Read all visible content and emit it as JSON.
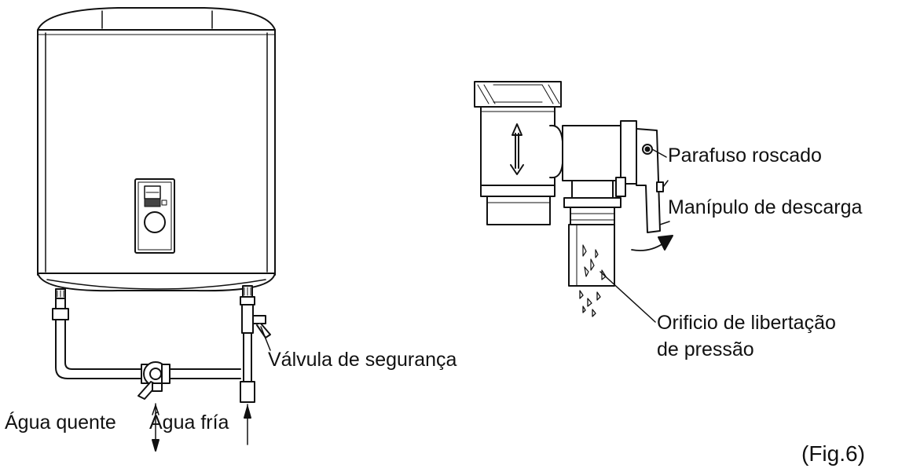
{
  "labels": {
    "safety_valve": "Válvula de segurança",
    "threaded_screw": "Parafuso roscado",
    "discharge_handle": "Manípulo de descarga",
    "pressure_orifice_line1": "Orificio de libertação",
    "pressure_orifice_line2": "de pressão",
    "hot_water": "Água quente",
    "cold_water": "Água fría",
    "figure_number": "(Fig.6)"
  },
  "colors": {
    "line": "#111111",
    "body_fill": "#ffffff",
    "shade": "#e6e6e6",
    "dark_fill": "#2a2a2a"
  }
}
